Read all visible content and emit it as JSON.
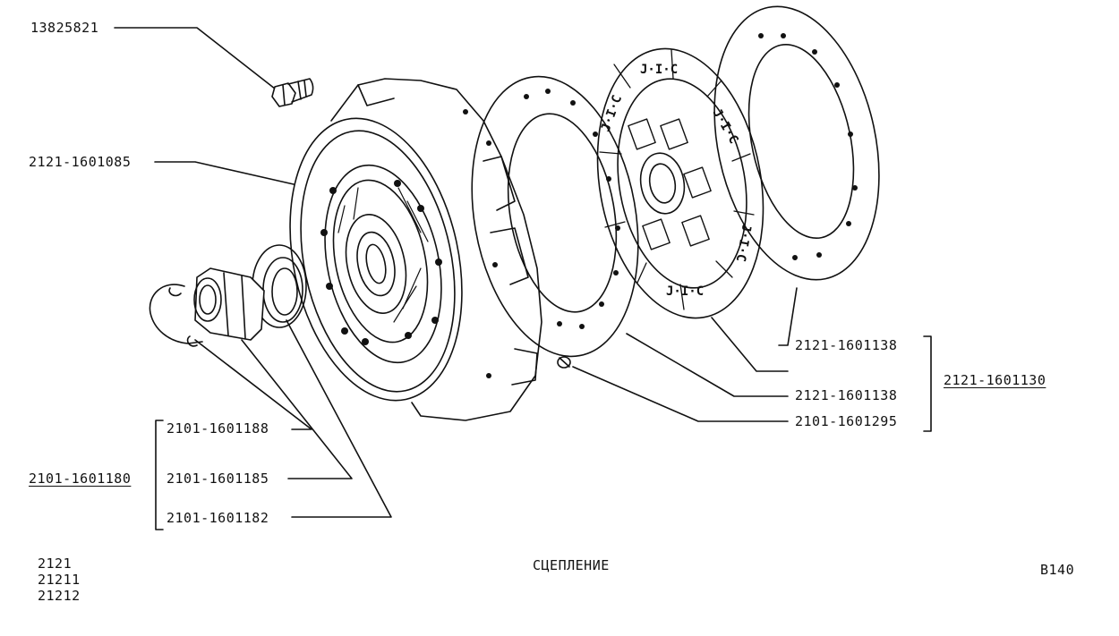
{
  "labels": {
    "bolt": "13825821",
    "pressure_plate": "2121-1601085",
    "bearing_clip": "2101-1601188",
    "release_bearing_assy": "2101-1601180",
    "bearing_sleeve": "2101-1601185",
    "bearing": "2101-1601182",
    "lining_upper": "2121-1601138",
    "driven_disc_assy": "2121-1601130",
    "lining_lower": "2121-1601138",
    "rivet": "2101-1601295"
  },
  "footer": {
    "models": [
      "2121",
      "21211",
      "21212"
    ],
    "title": "СЦЕПЛЕНИЕ",
    "page_code": "B140"
  }
}
